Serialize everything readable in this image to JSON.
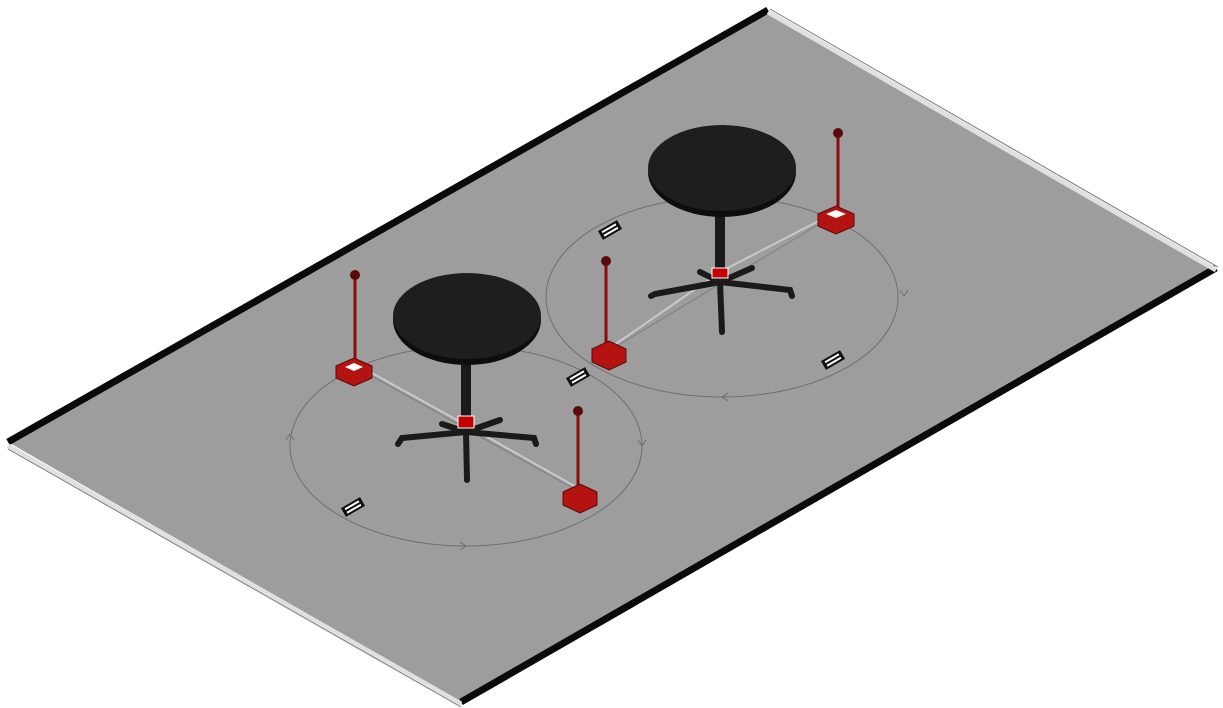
{
  "scene": {
    "kind": "isometric-3d-model",
    "colors": {
      "background": "#ffffff",
      "floor": "#9d9d9d",
      "floor_edge_dark": "#0a0a0a",
      "floor_edge_light": "#d8d8d8",
      "table_top": "#1e1e1e",
      "table_leg": "#1a1a1a",
      "column_collar": "#c40000",
      "stanchion": "#8a0c0c",
      "stanchion_base": "#b51212",
      "stanchion_ball": "#5a0a0a",
      "rope": "#c9c9c9",
      "circle_guide": "#6f6f6f",
      "marker_fill": "#111111",
      "marker_stripe": "#ffffff"
    },
    "tables": [
      {
        "name": "table-left",
        "has_guide_circle": true,
        "stanchions": 2,
        "markers": 2
      },
      {
        "name": "table-right",
        "has_guide_circle": true,
        "stanchions": 2,
        "markers": 2
      }
    ]
  }
}
